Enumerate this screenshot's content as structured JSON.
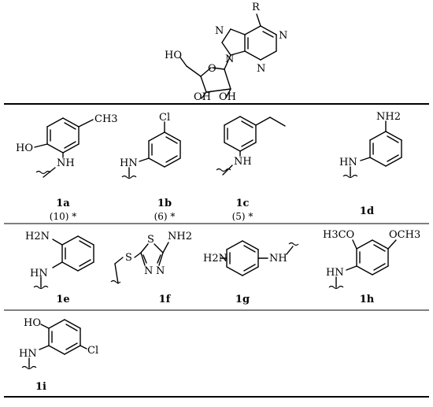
{
  "header": {
    "r_group": "R",
    "hydroxyl_5prime": "HO",
    "hydroxyl_3prime": "OH",
    "hydroxyl_2prime": "OH",
    "ring_oxygen": "O",
    "nitrogens": [
      "N",
      "N",
      "N",
      "N"
    ]
  },
  "compounds": [
    {
      "id": "1a",
      "note": "(10) *",
      "atoms": {
        "oh": "HO",
        "nh": "NH",
        "methyl": "CH3"
      }
    },
    {
      "id": "1b",
      "note": "(6) *",
      "atoms": {
        "cl": "Cl",
        "nh": "HN"
      }
    },
    {
      "id": "1c",
      "note": "(5) *",
      "atoms": {
        "nh": "NH"
      }
    },
    {
      "id": "1d",
      "note": "",
      "atoms": {
        "nh2": "NH2",
        "nh": "HN"
      }
    },
    {
      "id": "1e",
      "note": "",
      "atoms": {
        "nh2": "H2N",
        "nh": "HN"
      }
    },
    {
      "id": "1f",
      "note": "",
      "atoms": {
        "s_ring": "S",
        "nh2": "NH2",
        "s_link": "S",
        "n1": "N",
        "n2": "N"
      }
    },
    {
      "id": "1g",
      "note": "",
      "atoms": {
        "nh2": "H2N",
        "nh": "NH"
      }
    },
    {
      "id": "1h",
      "note": "",
      "atoms": {
        "ome1": "H3CO",
        "ome2": "OCH3",
        "nh": "HN"
      }
    },
    {
      "id": "1i",
      "note": "",
      "atoms": {
        "oh": "HO",
        "nh": "HN",
        "cl": "Cl"
      }
    }
  ]
}
